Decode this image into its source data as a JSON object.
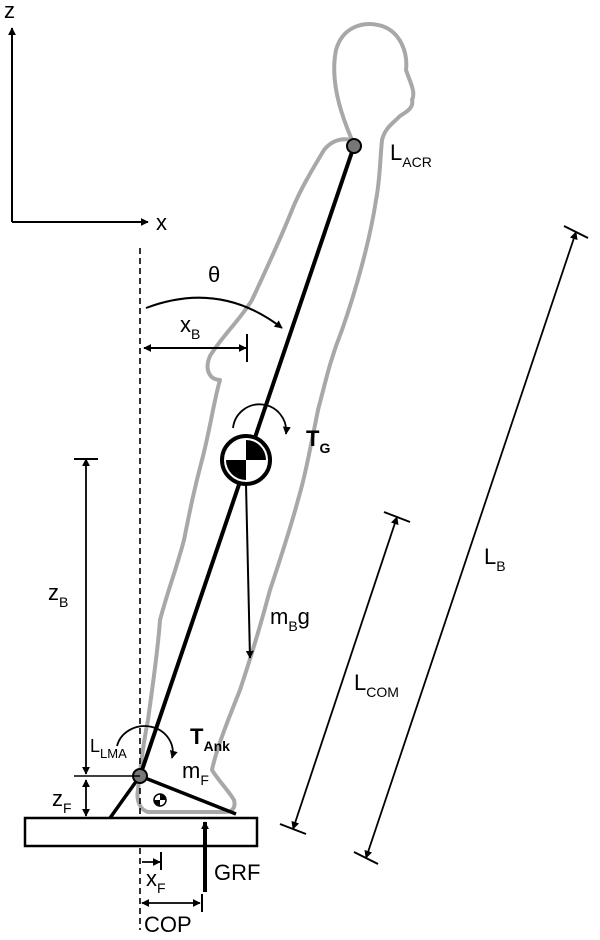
{
  "axes": {
    "z": "z",
    "x": "x"
  },
  "labels": {
    "theta": "θ",
    "L_ACR": {
      "main": "L",
      "sub": "ACR"
    },
    "x_B": {
      "main": "x",
      "sub": "B"
    },
    "T_G": {
      "main": "T",
      "sub": "G"
    },
    "L_B": {
      "main": "L",
      "sub": "B"
    },
    "z_B": {
      "main": "z",
      "sub": "B"
    },
    "m_B_g": {
      "main": "m",
      "sub": "B",
      "tail": "g"
    },
    "L_COM": {
      "main": "L",
      "sub": "COM"
    },
    "L_LMA": {
      "main": "L",
      "sub": "LMA"
    },
    "T_Ank": {
      "main": "T",
      "sub": "Ank"
    },
    "m_F": {
      "main": "m",
      "sub": "F"
    },
    "z_F": {
      "main": "z",
      "sub": "F"
    },
    "x_F": {
      "main": "x",
      "sub": "F"
    },
    "GRF": "GRF",
    "COP": "COP"
  }
}
